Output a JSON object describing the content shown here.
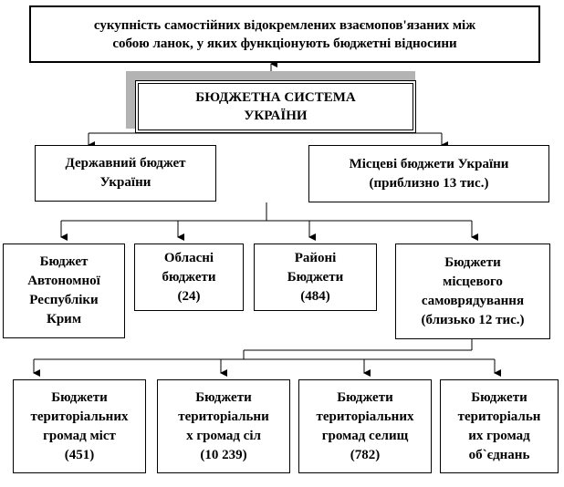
{
  "definition": {
    "line1": "сукупність самостійних відокремлених взаємопов'язаних між",
    "line2": "собою ланок, у яких функціонують бюджетні відносини"
  },
  "main": {
    "line1": "БЮДЖЕТНА СИСТЕМА",
    "line2": "УКРАЇНИ"
  },
  "level1": {
    "state": "Державний бюджет\nУкраїни",
    "local": "Місцеві бюджети України\n(приблизно 13 тис.)"
  },
  "level2": {
    "crimea": "Бюджет\nАвтономної\nРеспубліки\nКрим",
    "oblast": "Обласні\nбюджети\n(24)",
    "rayon": "Районі\nБюджети\n(484)",
    "self_gov": "Бюджети\nмісцевого\nсамоврядування\n(близько 12 тис.)"
  },
  "level3": {
    "cities": "Бюджети\nтериторіальних\nгромад міст\n(451)",
    "villages": "Бюджети\nтериторіальни\nх громад сіл\n(10 239)",
    "settlements": "Бюджети\nтериторіальних\nгромад селищ\n(782)",
    "unions": "Бюджети\nтериторіальн\nих громад\nоб`єднань"
  },
  "colors": {
    "line": "#000000",
    "shadow": "#b3b3b3"
  }
}
